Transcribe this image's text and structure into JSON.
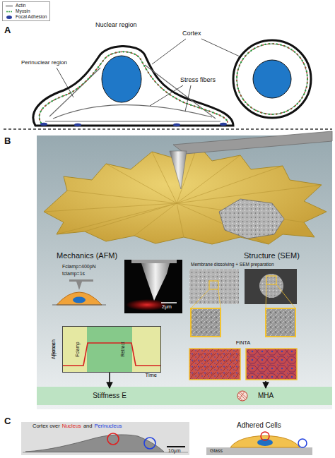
{
  "diagram": {
    "nodes": [
      {
        "text": [
          "Force",
          "Time"
        ]
      },
      {
        "text": [
          "Approach"
        ],
        "in": 0
      },
      {
        "text": [
          "Fclamp"
        ],
        "in": 0
      },
      {
        "text": [
          "Retract"
        ],
        "in": 0
      },
      {
        "text": [
          "FiNTA"
        ]
      },
      {
        "text": [
          "Stiffness E"
        ]
      },
      {
        "text": [
          "MHA"
        ]
      }
    ],
    "edges": [
      {
        "from": 0,
        "to": 5,
        "arrow": "to"
      },
      {
        "from": 4,
        "to": 6,
        "arrow": "to"
      }
    ],
    "labels": [
      "A",
      "Nuclear region",
      "Cortex",
      "Perinuclear region",
      "Stress fibers",
      "B",
      "Mechanics (AFM)",
      "Structure (SEM)",
      "Fclamp=400pN",
      "tclamp=1s",
      "2μm",
      "Membrane dissolving + SEM preparation",
      "C",
      "Cortex over",
      "Nucleus",
      "and",
      "Perinucleus",
      "10μm",
      "Adhered Cells",
      "Glass"
    ],
    "legend": [
      {
        "text": "Actin"
      },
      {
        "text": "Myosin"
      },
      {
        "text": "Focal Adhesion"
      }
    ]
  }
}
